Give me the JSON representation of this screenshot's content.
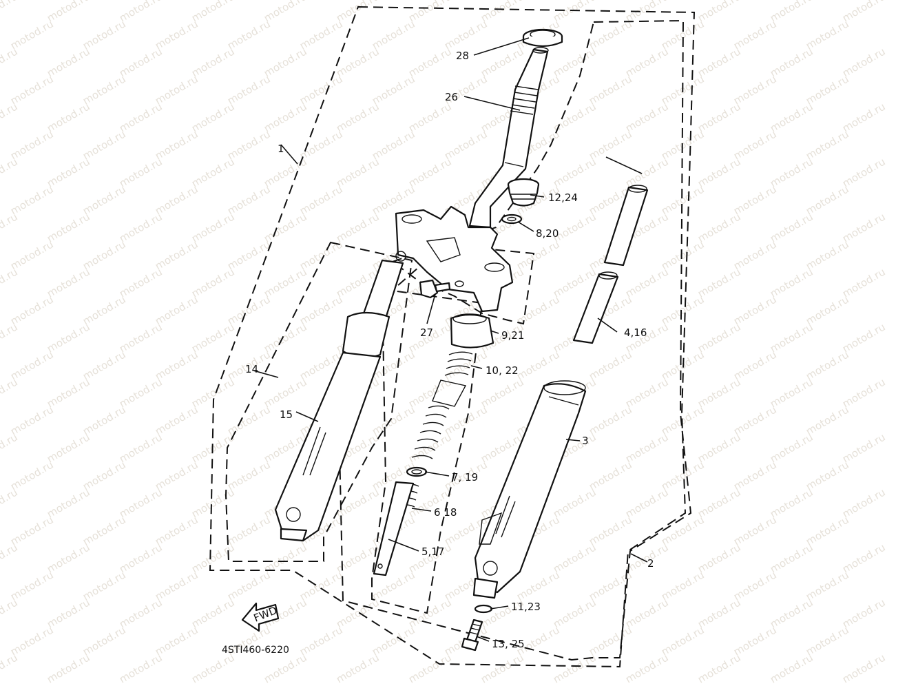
{
  "diagram": {
    "watermark": "motod.ru",
    "drawing_code": "4STI460-6220",
    "fwd_label": "FWD",
    "callouts": [
      {
        "id": "c1",
        "text": "1"
      },
      {
        "id": "c2",
        "text": "2"
      },
      {
        "id": "c3",
        "text": "3"
      },
      {
        "id": "c4",
        "text": "4,16"
      },
      {
        "id": "c5",
        "text": "5,17"
      },
      {
        "id": "c6",
        "text": "6 18"
      },
      {
        "id": "c7",
        "text": "7, 19"
      },
      {
        "id": "c8",
        "text": "8,20"
      },
      {
        "id": "c9",
        "text": "9,21"
      },
      {
        "id": "c10",
        "text": "10, 22"
      },
      {
        "id": "c11",
        "text": "11,23"
      },
      {
        "id": "c12",
        "text": "12,24"
      },
      {
        "id": "c13",
        "text": "13, 25"
      },
      {
        "id": "c14",
        "text": "14"
      },
      {
        "id": "c15",
        "text": "15"
      },
      {
        "id": "c26",
        "text": "26"
      },
      {
        "id": "c27",
        "text": "27"
      },
      {
        "id": "c28",
        "text": "28"
      }
    ]
  }
}
